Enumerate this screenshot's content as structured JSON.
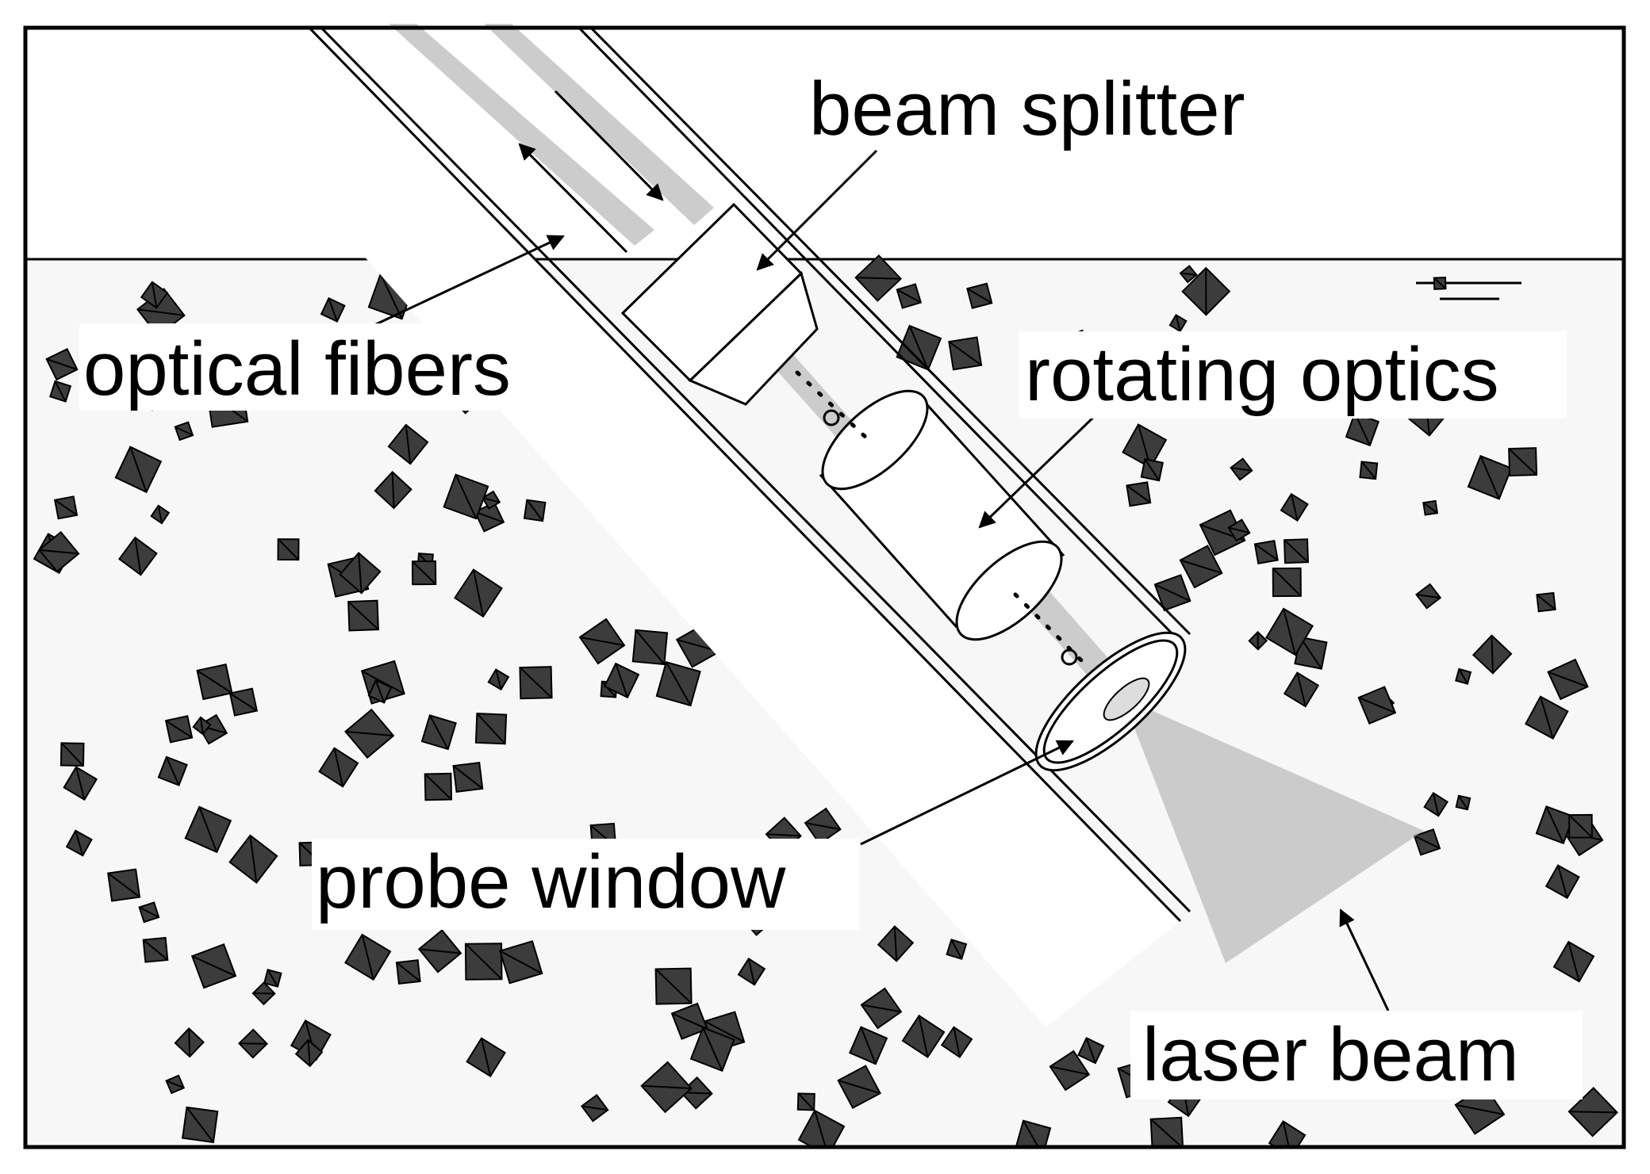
{
  "labels": {
    "beam_splitter": "beam splitter",
    "optical_fibers": "optical fibers",
    "rotating_optics": "rotating optics",
    "probe_window": "probe window",
    "laser_beam": "laser beam"
  },
  "colors": {
    "frame": "#000000",
    "fluid": "#f7f7f7",
    "air": "#ffffff",
    "particle": "#3c3c3c",
    "beam": "#c8c8c8",
    "fiber": "#cccccc"
  }
}
